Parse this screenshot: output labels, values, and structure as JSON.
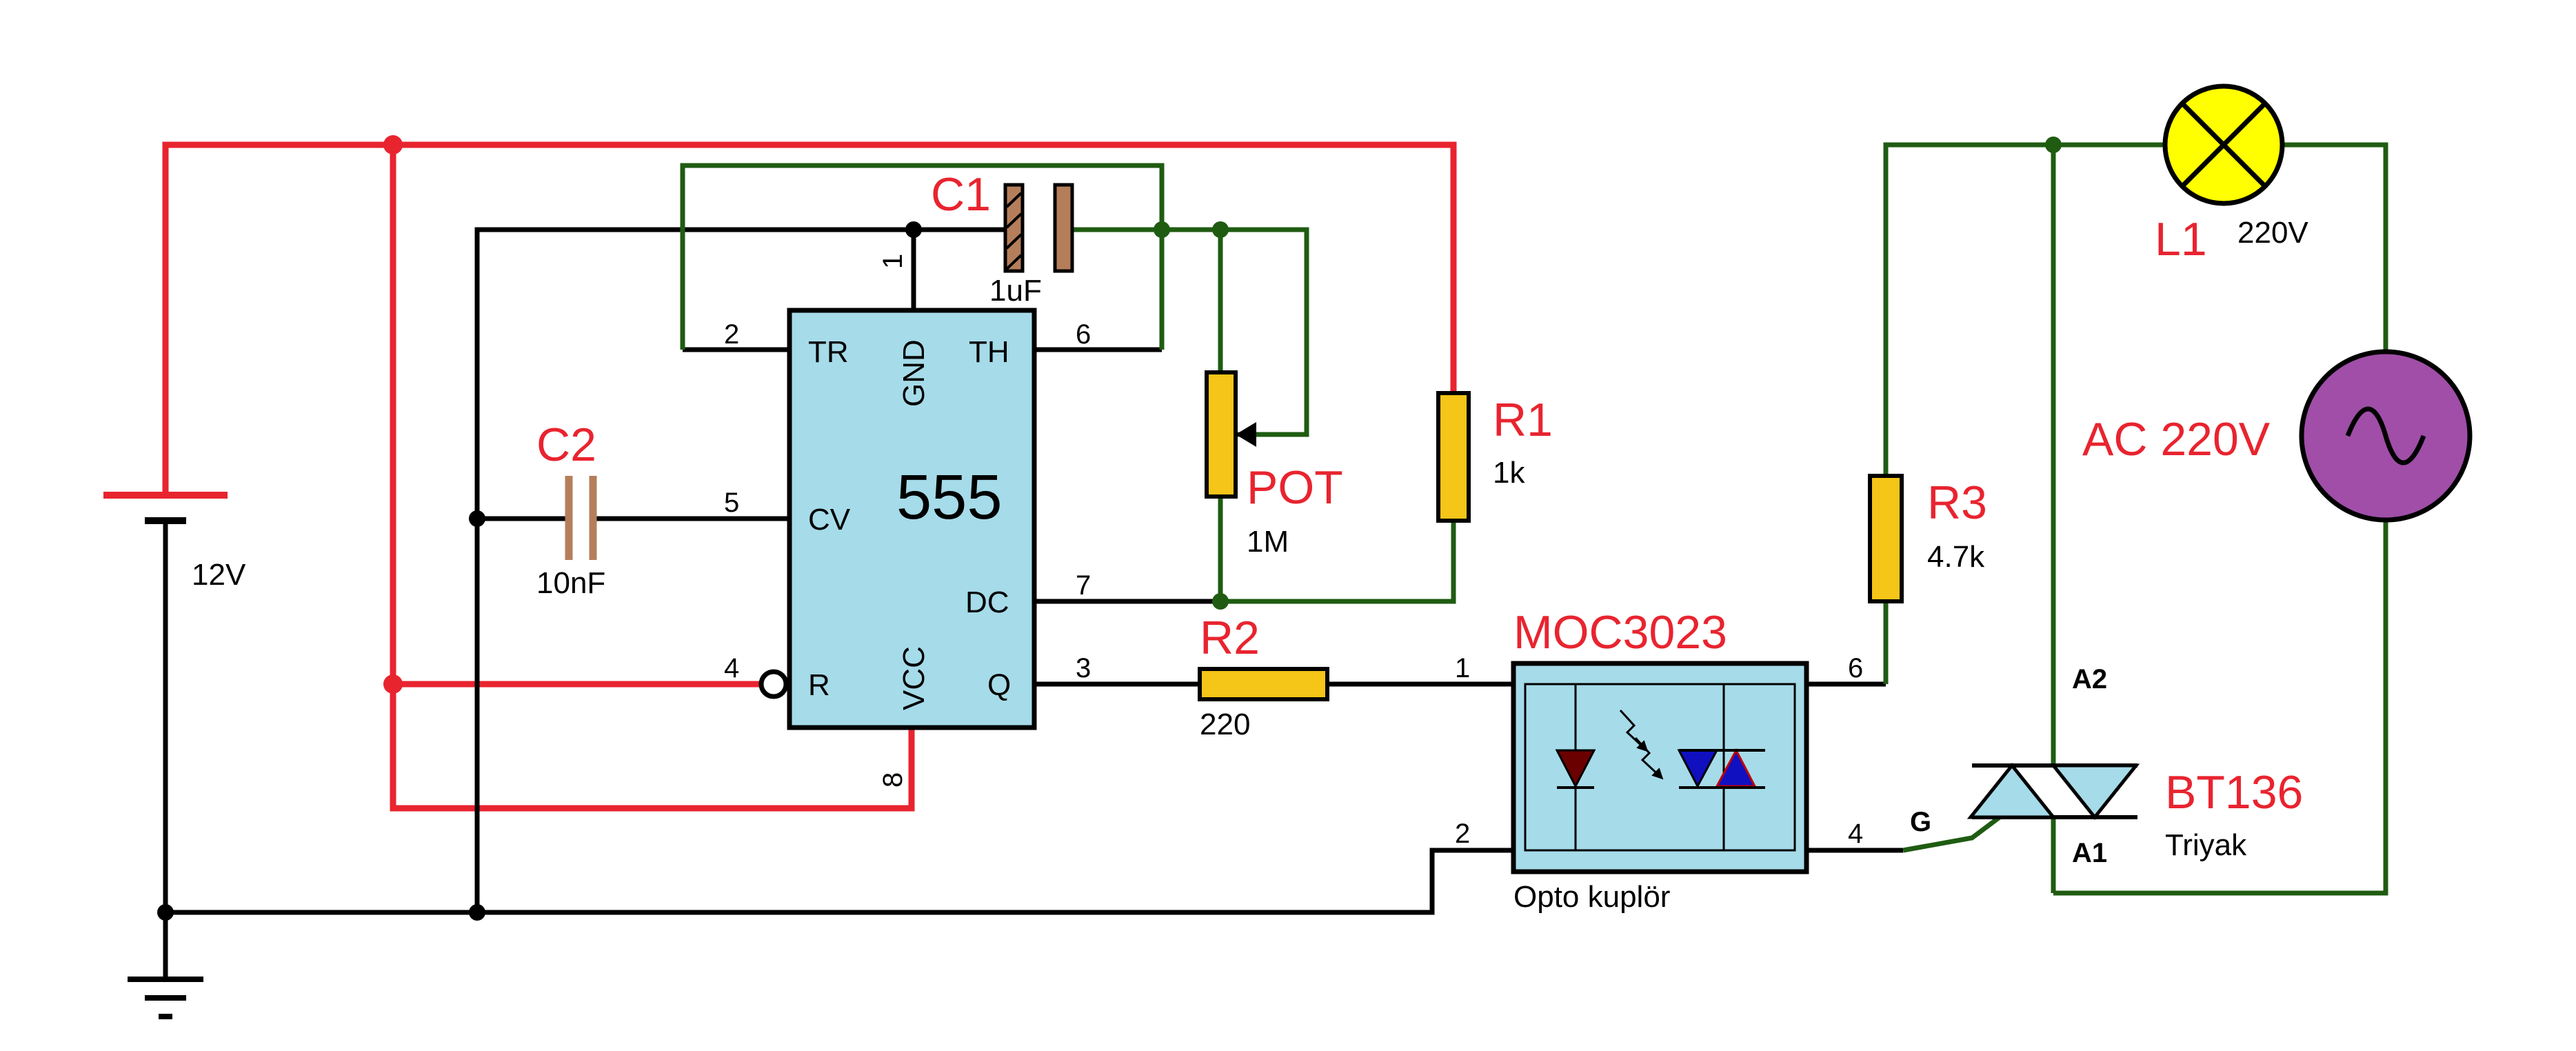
{
  "colors": {
    "supply_wire": "#e8242f",
    "ground_wire": "#000000",
    "timing_wire": "#1f5c12",
    "chip_fill": "#a6dbe9",
    "resistor_fill": "#f5c518",
    "lamp_fill": "#ffff00",
    "ac_source_fill": "#a04ea8",
    "capacitor_fill": "#b57e5b",
    "triac_fill": "#a6dbe9",
    "label_red": "#e8242f"
  },
  "battery": {
    "voltage": "12V"
  },
  "ic555": {
    "name": "555",
    "pins": {
      "tr": "TR",
      "gnd": "GND",
      "th": "TH",
      "cv": "CV",
      "dc": "DC",
      "r": "R",
      "vcc": "VCC",
      "q": "Q"
    },
    "pin_numbers": {
      "p1": "1",
      "p2": "2",
      "p3": "3",
      "p4": "4",
      "p5": "5",
      "p6": "6",
      "p7": "7",
      "p8": "8"
    }
  },
  "c1": {
    "name": "C1",
    "value": "1uF"
  },
  "c2": {
    "name": "C2",
    "value": "10nF"
  },
  "pot": {
    "name": "POT",
    "value": "1M"
  },
  "r1": {
    "name": "R1",
    "value": "1k"
  },
  "r2": {
    "name": "R2",
    "value": "220"
  },
  "r3": {
    "name": "R3",
    "value": "4.7k"
  },
  "opto": {
    "name": "MOC3023",
    "caption": "Opto kuplör",
    "pin_numbers": {
      "p1": "1",
      "p2": "2",
      "p4": "4",
      "p6": "6"
    }
  },
  "triac": {
    "name": "BT136",
    "caption": "Triyak",
    "a1": "A1",
    "a2": "A2",
    "gate": "G"
  },
  "lamp": {
    "name": "L1",
    "voltage": "220V"
  },
  "ac_source": {
    "label": "AC 220V"
  }
}
